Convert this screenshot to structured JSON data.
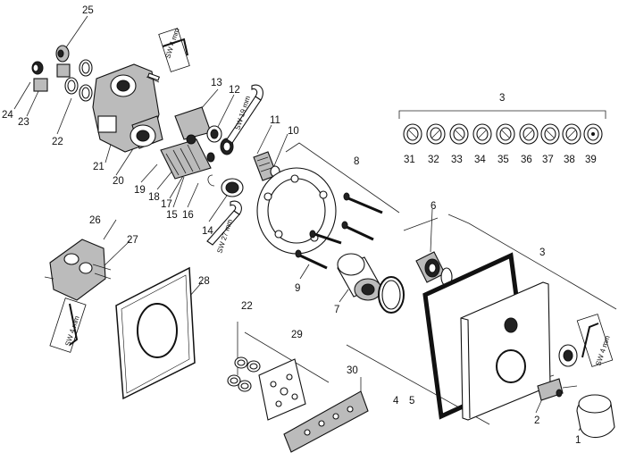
{
  "parts": {
    "p1": "1",
    "p2": "2",
    "p3a": "3",
    "p3b": "3",
    "p4": "4",
    "p5": "5",
    "p6": "6",
    "p7": "7",
    "p8": "8",
    "p9": "9",
    "p10": "10",
    "p11": "11",
    "p12": "12",
    "p13": "13",
    "p14": "14",
    "p15": "15",
    "p16": "16",
    "p17": "17",
    "p18": "18",
    "p19": "19",
    "p20": "20",
    "p21": "21",
    "p22a": "22",
    "p22b": "22",
    "p23": "23",
    "p24": "24",
    "p25": "25",
    "p26": "26",
    "p27": "27",
    "p28": "28",
    "p29": "29",
    "p30": "30",
    "p31": "31",
    "p32": "32",
    "p33": "33",
    "p34": "34",
    "p35": "35",
    "p36": "36",
    "p37": "37",
    "p38": "38",
    "p39": "39"
  },
  "tools": {
    "sw4a": "SW 4 mm",
    "sw19": "SW 19 mm",
    "sw27": "SW 27 mm",
    "sw4b": "SW 4 mm",
    "sw4c": "SW 4 mm"
  }
}
